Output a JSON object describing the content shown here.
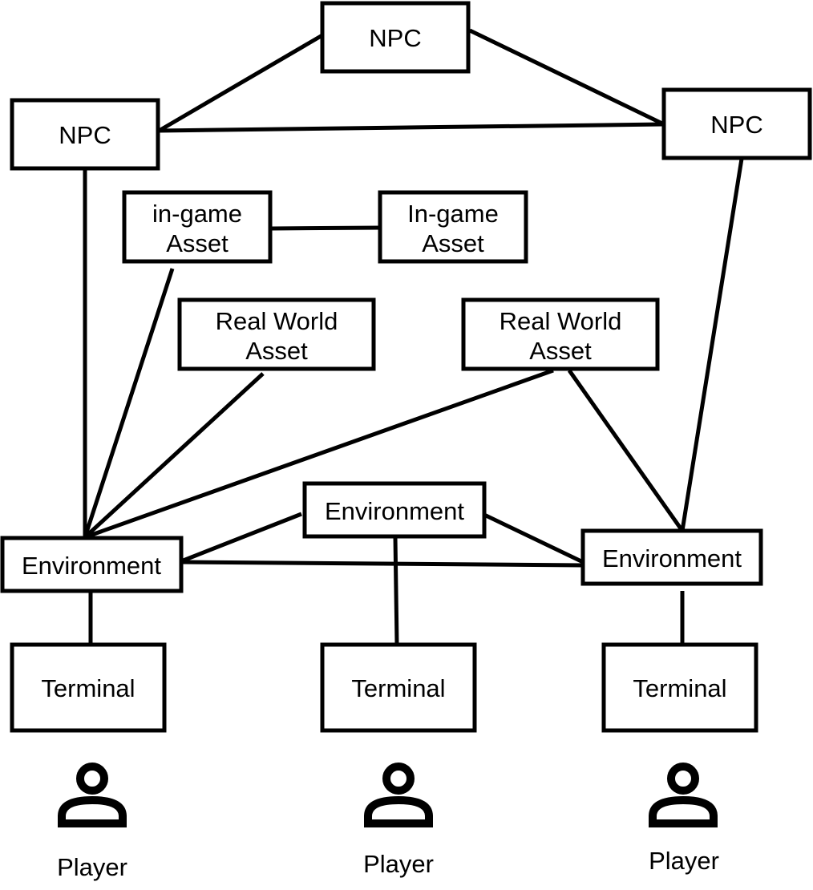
{
  "nodes": {
    "npc_top": "NPC",
    "npc_left": "NPC",
    "npc_right": "NPC",
    "asset_ingame_left_line1": "in-game",
    "asset_ingame_left_line2": "Asset",
    "asset_ingame_right_line1": "In-game",
    "asset_ingame_right_line2": "Asset",
    "asset_real_left_line1": "Real World",
    "asset_real_left_line2": "Asset",
    "asset_real_right_line1": "Real World",
    "asset_real_right_line2": "Asset",
    "env_left": "Environment",
    "env_center": "Environment",
    "env_right": "Environment",
    "terminal_left": "Terminal",
    "terminal_center": "Terminal",
    "terminal_right": "Terminal"
  },
  "players": {
    "left": "Player",
    "center": "Player",
    "right": "Player"
  },
  "icons": {
    "player": "user-icon"
  },
  "colors": {
    "line": "#000000",
    "background": "#ffffff"
  }
}
